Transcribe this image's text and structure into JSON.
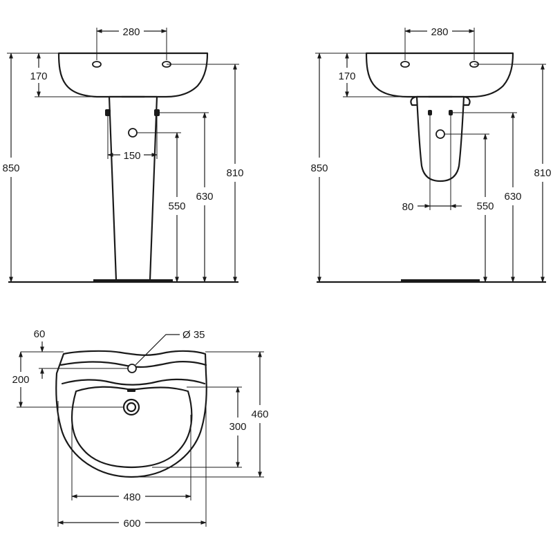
{
  "colors": {
    "ink": "#1a1a1a",
    "background": "#ffffff"
  },
  "front_view": {
    "dim_taps_spacing": "280",
    "dim_tap_depth": "170",
    "dim_total_height": "850",
    "dim_rim_height": "810",
    "dim_fixing_height": "630",
    "dim_waste_height": "550",
    "dim_fixing_spacing": "150"
  },
  "side_view": {
    "dim_taps_spacing": "280",
    "dim_tap_depth": "170",
    "dim_total_height": "850",
    "dim_rim_height": "810",
    "dim_fixing_height": "630",
    "dim_waste_height": "550",
    "dim_fixing_spacing": "80"
  },
  "plan_view": {
    "dim_tap_hole_setback": "60",
    "dim_waste_setback": "200",
    "dim_tap_hole_diameter": "Ø 35",
    "dim_bowl_depth": "300",
    "dim_total_depth": "460",
    "dim_bowl_width": "480",
    "dim_total_width": "600"
  }
}
